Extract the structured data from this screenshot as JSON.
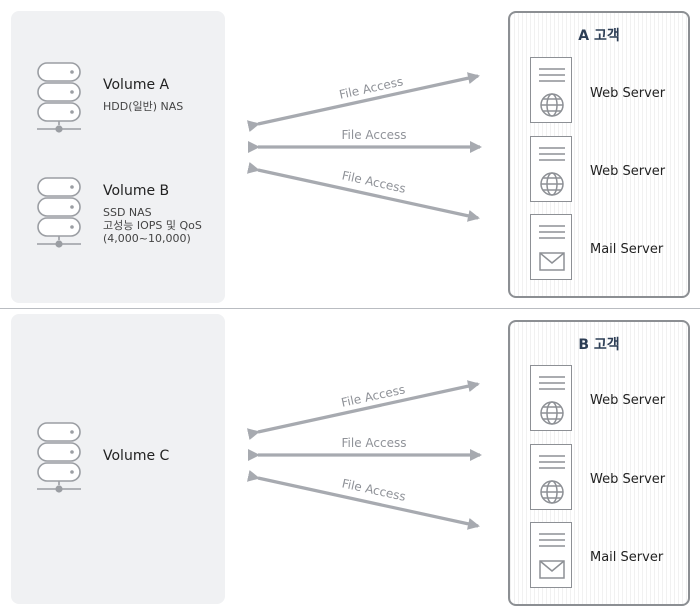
{
  "sections": [
    {
      "volumes": [
        {
          "title": "Volume A",
          "subtitle_lines": [
            "HDD(일반) NAS"
          ]
        },
        {
          "title": "Volume B",
          "subtitle_lines": [
            "SSD NAS",
            "고성능 IOPS 및 QoS",
            "(4,000~10,000)"
          ]
        }
      ],
      "customer": {
        "title": "A 고객",
        "servers": [
          {
            "label": "Web Server",
            "icon": "globe-icon"
          },
          {
            "label": "Web Server",
            "icon": "globe-icon"
          },
          {
            "label": "Mail Server",
            "icon": "mail-icon"
          }
        ]
      },
      "connections": [
        "File Access",
        "File Access",
        "File Access"
      ]
    },
    {
      "volumes": [
        {
          "title": "Volume C",
          "subtitle_lines": []
        }
      ],
      "customer": {
        "title": "B 고객",
        "servers": [
          {
            "label": "Web Server",
            "icon": "globe-icon"
          },
          {
            "label": "Web Server",
            "icon": "globe-icon"
          },
          {
            "label": "Mail Server",
            "icon": "mail-icon"
          }
        ]
      },
      "connections": [
        "File Access",
        "File Access",
        "File Access"
      ]
    }
  ],
  "colors": {
    "panel": "#f0f1f3",
    "arrow": "#a7aab0",
    "storage_icon": "#9b9ea3",
    "customer_title": "#2d3e55",
    "box_border": "#8c8f93"
  }
}
